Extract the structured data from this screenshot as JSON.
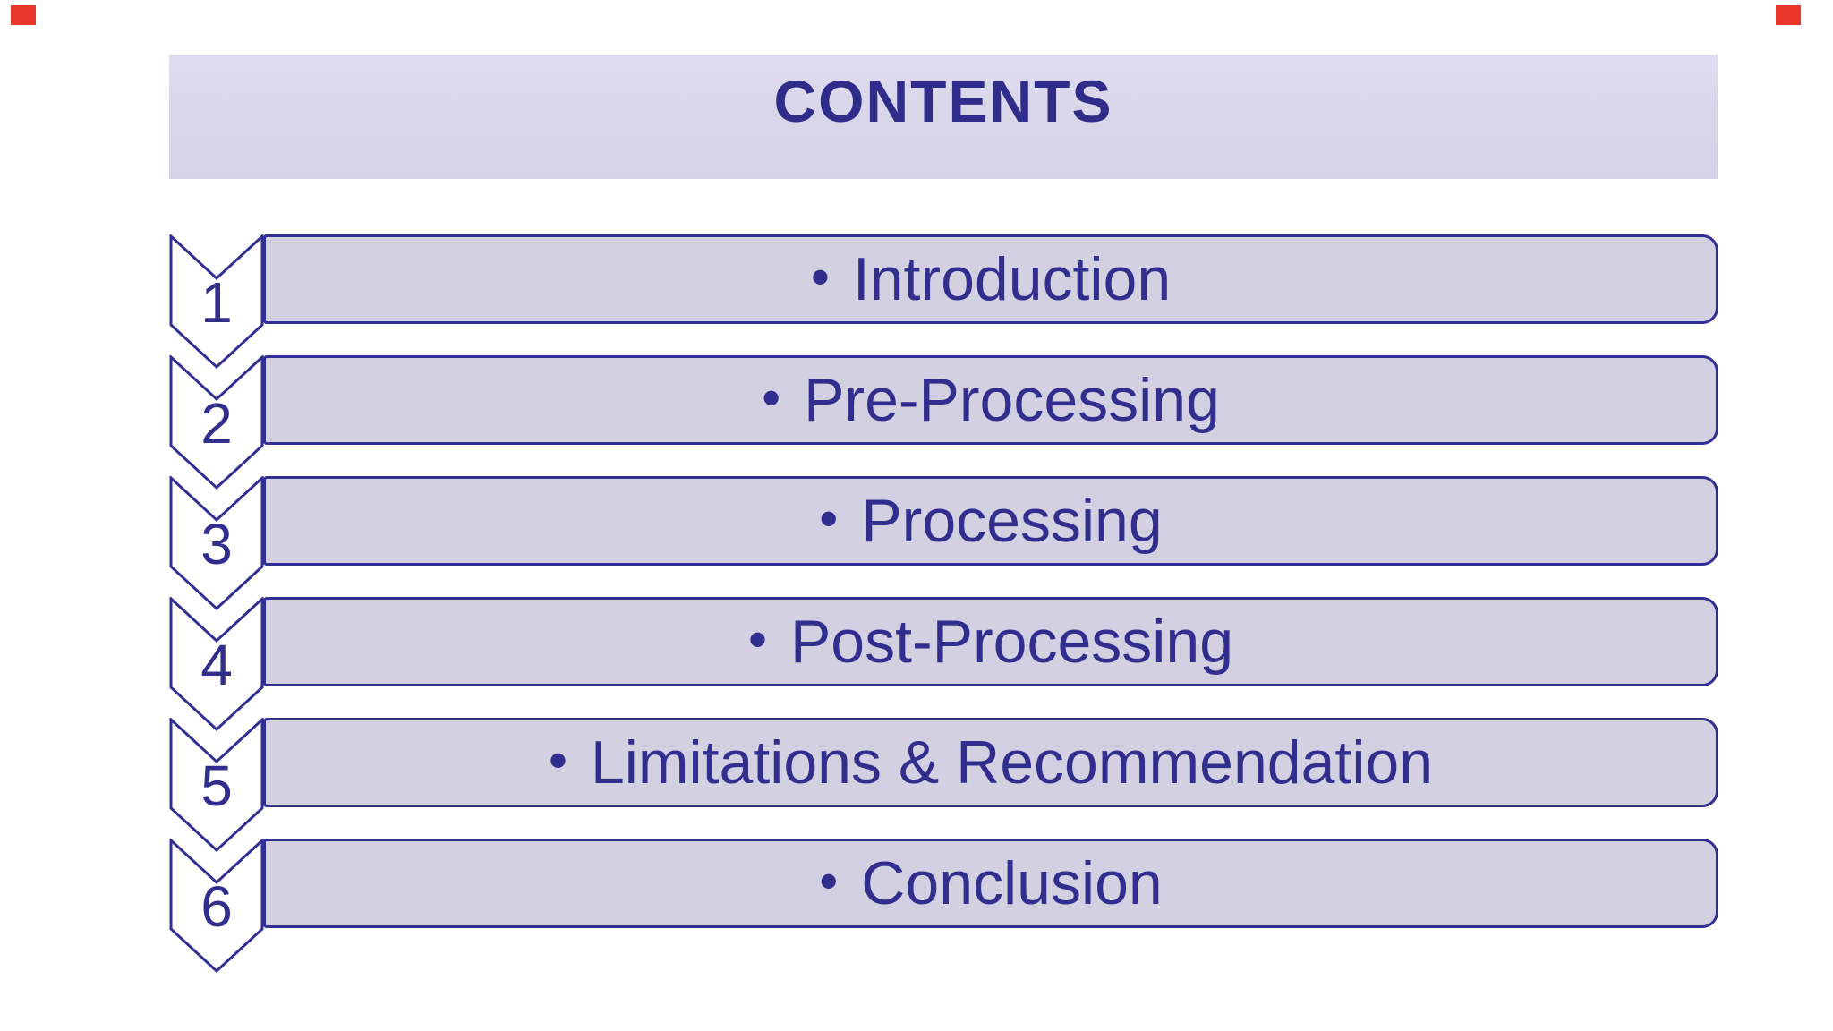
{
  "slide": {
    "background": "#ffffff",
    "decorations": {
      "corner_mark_color": "#e8362a",
      "corner_marks": [
        "top-left",
        "top-right"
      ]
    }
  },
  "header": {
    "title": "CONTENTS"
  },
  "list": {
    "bullet": "•",
    "items": [
      {
        "number": "1",
        "label": "Introduction"
      },
      {
        "number": "2",
        "label": "Pre-Processing"
      },
      {
        "number": "3",
        "label": "Processing"
      },
      {
        "number": "4",
        "label": "Post-Processing"
      },
      {
        "number": "5",
        "label": "Limitations & Recommendation"
      },
      {
        "number": "6",
        "label": "Conclusion"
      }
    ]
  },
  "colors": {
    "indigo_text": "#312e8e",
    "outline": "#322f94",
    "row_fill": "#d3d0e2",
    "header_fill": "#d9d6e9",
    "accent_red": "#e8362a"
  }
}
